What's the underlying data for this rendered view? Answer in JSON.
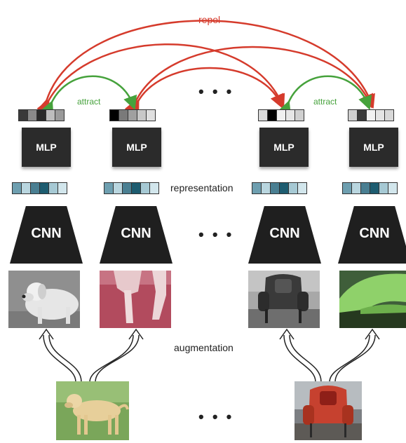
{
  "labels": {
    "repel": "repel",
    "attract": "attract",
    "representation": "representation",
    "augmentation": "augmentation",
    "ellipsis": "• • •"
  },
  "blocks": {
    "mlp": "MLP",
    "cnn": "CNN"
  },
  "colors": {
    "repel_arrow": "#d53b2c",
    "attract_arrow": "#46a23c",
    "block": "#222222"
  },
  "vectors": {
    "projection_1": [
      "#3a3a3a",
      "#8a8a8a",
      "#2a2a2a",
      "#bdbdbd",
      "#9a9a9a"
    ],
    "projection_2": [
      "#000000",
      "#7a7a7a",
      "#a0a0a0",
      "#c8c8c8",
      "#e0e0e0"
    ],
    "projection_3": [
      "#d9d9d9",
      "#000000",
      "#f0f0f0",
      "#e6e6e6",
      "#d0d0d0"
    ],
    "projection_4": [
      "#cfcfcf",
      "#3a3a3a",
      "#f2f2f2",
      "#e4e4e4",
      "#d8d8d8"
    ],
    "representation": [
      "#6e9fb0",
      "#b9d6df",
      "#4a7f92",
      "#1d5c70",
      "#a6c9d4",
      "#d2e6ec"
    ]
  },
  "images": {
    "aug_dog_gray": "grayscale dog crop",
    "aug_dog_red": "red-tinted dog legs crop",
    "aug_chair_gray": "grayscale armchair",
    "aug_chair_green": "green-tinted chair crop",
    "orig_dog": "labrador on grass",
    "orig_chair": "red armchair"
  }
}
